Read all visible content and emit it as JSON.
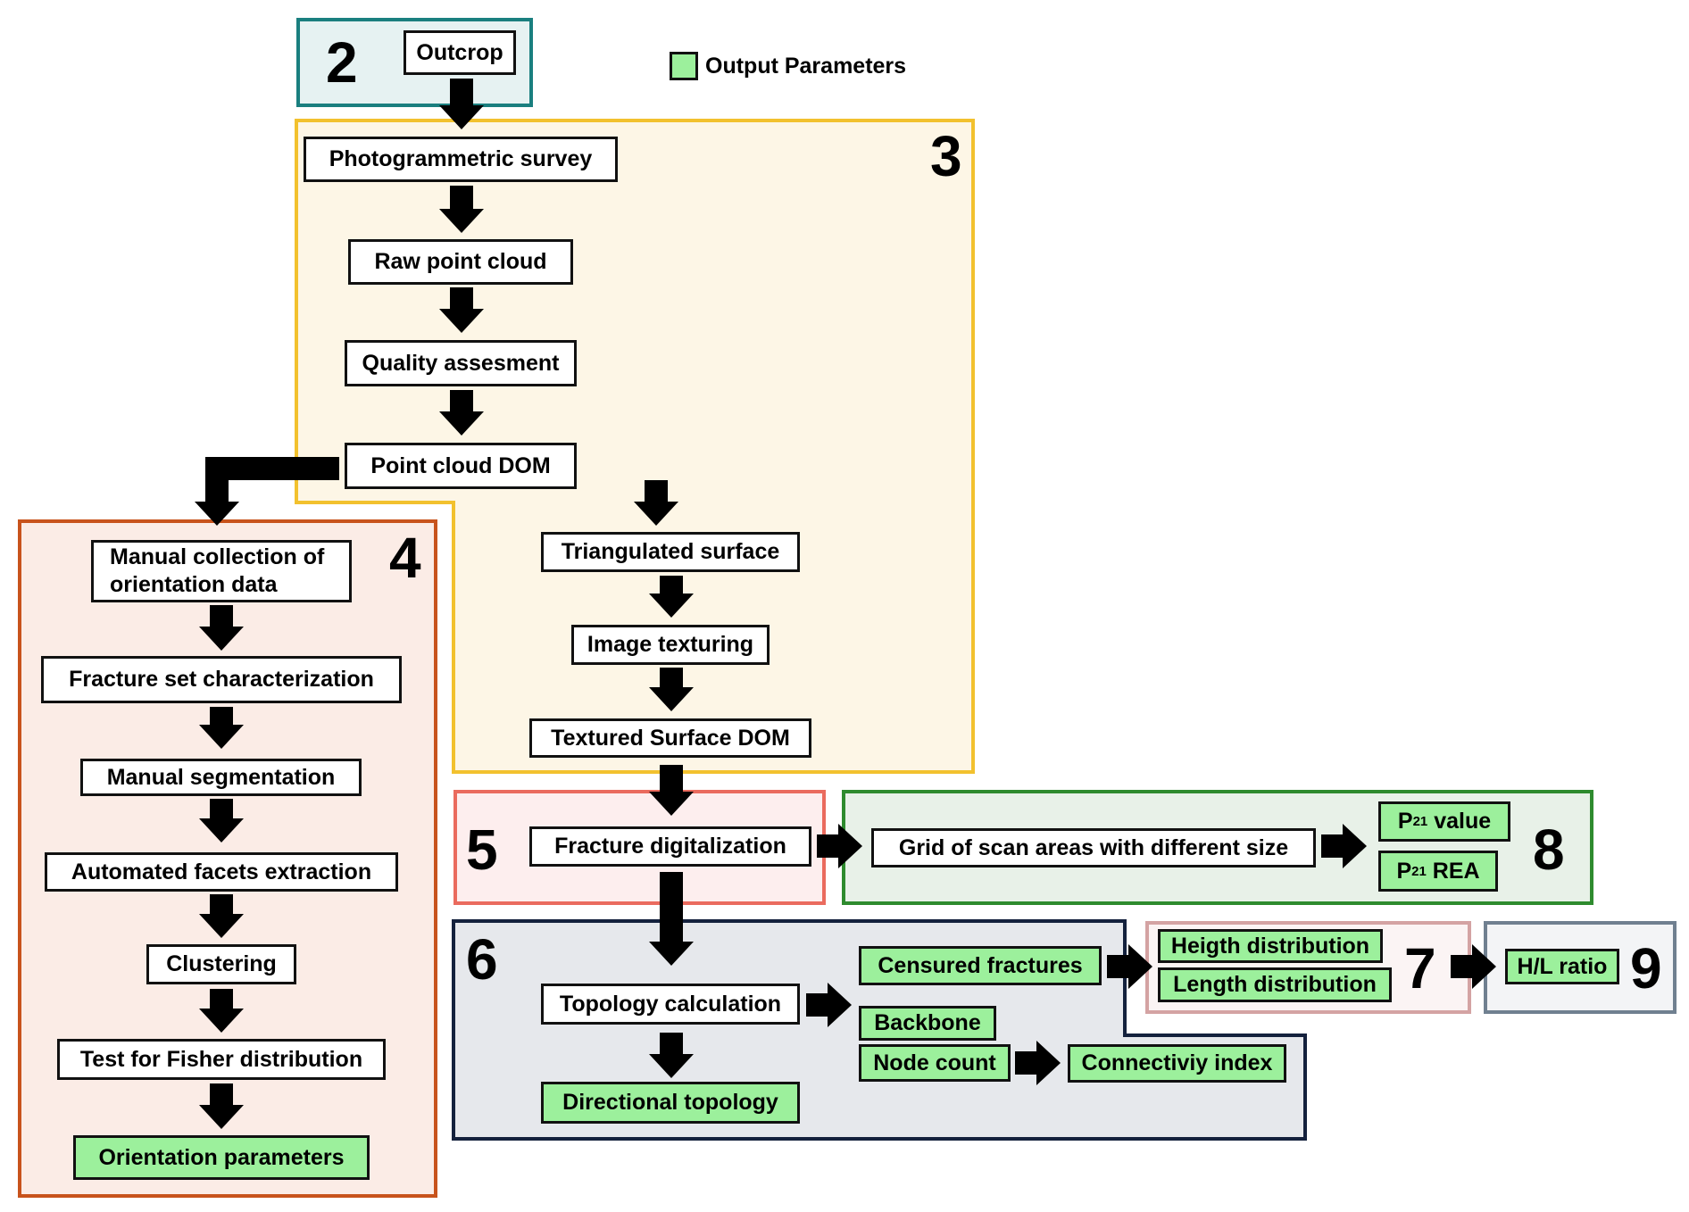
{
  "legend": {
    "label": "Output Parameters",
    "swatch_color": "#9cf09c"
  },
  "colors": {
    "region_2_border": "#1a7f7f",
    "region_2_fill": "#e6f2f2",
    "region_3_border": "#f2c12e",
    "region_3_fill": "#fdf6e6",
    "region_4_border": "#c8531c",
    "region_4_fill": "#fbece6",
    "region_5_border": "#ea6b5e",
    "region_5_fill": "#fdeeee",
    "region_6_border": "#14213d",
    "region_6_fill": "#e6e8ec",
    "region_7_border": "#d4a3a3",
    "region_7_fill": "#fbf4f4",
    "region_8_border": "#2e8b2e",
    "region_8_fill": "#e8f1e8",
    "region_9_border": "#708090",
    "region_9_fill": "#f3f4f6",
    "output_fill": "#9cf09c",
    "arrow": "#000000"
  },
  "regions": {
    "r2": "2",
    "r3": "3",
    "r4": "4",
    "r5": "5",
    "r6": "6",
    "r7": "7",
    "r8": "8",
    "r9": "9"
  },
  "nodes": {
    "outcrop": "Outcrop",
    "photogrammetric_survey": "Photogrammetric survey",
    "raw_point_cloud": "Raw point cloud",
    "quality_assesment": "Quality assesment",
    "point_cloud_dom": "Point cloud DOM",
    "triangulated_surface": "Triangulated surface",
    "image_texturing": "Image texturing",
    "textured_surface_dom": "Textured Surface DOM",
    "manual_collection": "Manual collection of orientation data",
    "fracture_set_characterization": "Fracture set characterization",
    "manual_segmentation": "Manual segmentation",
    "automated_facets_extraction": "Automated facets extraction",
    "clustering": "Clustering",
    "test_fisher": "Test for Fisher distribution",
    "orientation_parameters": "Orientation parameters",
    "fracture_digitalization": "Fracture digitalization",
    "grid_scan_areas": "Grid of scan areas with different size",
    "p21_value_base": "P",
    "p21_value_sub": "21",
    "p21_value_rest": " value",
    "p21_rea_base": "P",
    "p21_rea_sub": "21",
    "p21_rea_rest": " REA",
    "topology_calculation": "Topology calculation",
    "directional_topology": "Directional topology",
    "censured_fractures": "Censured fractures",
    "backbone": "Backbone",
    "node_count": "Node count",
    "connectiviy_index": "Connectiviy index",
    "heigth_distribution": "Heigth distribution",
    "length_distribution": "Length distribution",
    "hl_ratio": "H/L ratio"
  }
}
